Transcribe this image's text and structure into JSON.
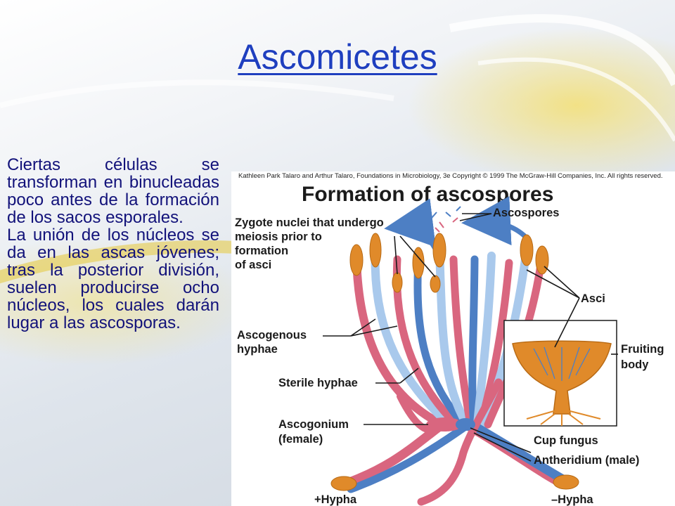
{
  "slide": {
    "title": "Ascomicetes",
    "paragraphs": [
      "Ciertas células se transforman en binucleadas poco antes de la formación de los sacos esporales.",
      "La unión de los núcleos se da en las ascas jóvenes; tras la posterior división, suelen producirse ocho núcleos, los cuales darán lugar a las ascosporas."
    ]
  },
  "figure": {
    "credit": "Kathleen Park Talaro and Arthur Talaro, Foundations in Microbiology, 3e Copyright © 1999 The McGraw-Hill Companies, Inc. All rights reserved.",
    "heading": "Formation of ascospores",
    "labels": {
      "zygote_1": "Zygote nuclei that undergo",
      "zygote_2": "meiosis prior to",
      "zygote_3": "formation",
      "zygote_4": "of asci",
      "ascospores": "Ascospores",
      "asci": "Asci",
      "ascogenous_1": "Ascogenous",
      "ascogenous_2": "hyphae",
      "fruiting_1": "Fruiting",
      "fruiting_2": "body",
      "sterile": "Sterile hyphae",
      "ascogonium_1": "Ascogonium",
      "ascogonium_2": "(female)",
      "cup_fungus": "Cup fungus",
      "antheridium": "Antheridium (male)",
      "plus_hypha": "+Hypha",
      "minus_hypha": "–Hypha"
    },
    "colors": {
      "pink_hypha": "#d9667f",
      "blue_hypha": "#4d7fc4",
      "light_blue_hypha": "#a9c9ec",
      "ascus": "#e08a2a"
    }
  }
}
